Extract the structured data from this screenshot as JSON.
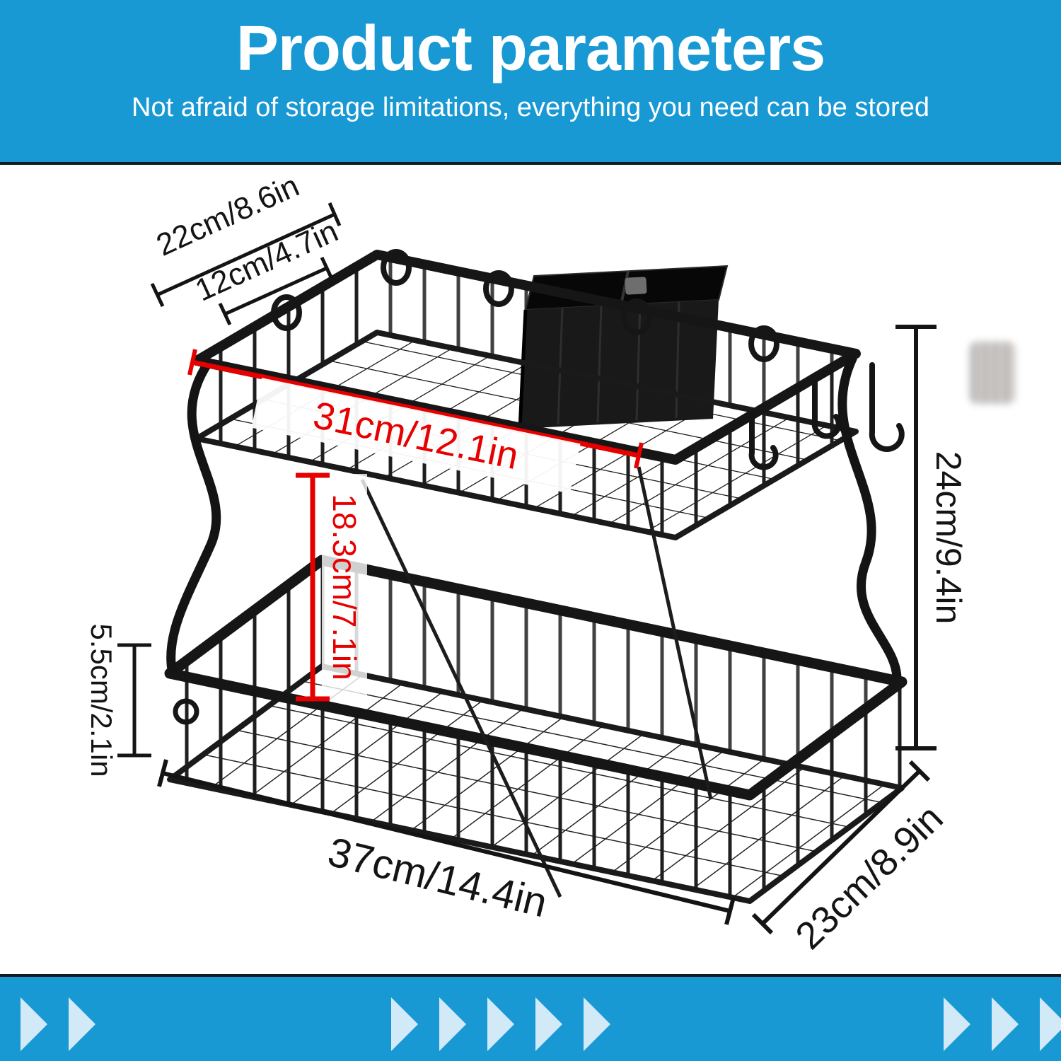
{
  "header": {
    "title": "Product parameters",
    "subtitle": "Not afraid of storage limitations, everything you need can be stored"
  },
  "figure": {
    "subject": "two-tier black metal wire basket rack with hanging utensil holder and side hooks",
    "annotations": {
      "top_basket_depth": {
        "label": "22cm/8.6in",
        "color": "black",
        "orientation": "diagonal"
      },
      "top_basket_inner_depth": {
        "label": "12cm/4.7in",
        "color": "black",
        "orientation": "diagonal"
      },
      "top_basket_width": {
        "label": "31cm/12.1in",
        "color": "red",
        "orientation": "along-front-rail"
      },
      "tier_gap_height": {
        "label": "18.3cm/7.1in",
        "color": "red",
        "orientation": "vertical"
      },
      "total_height": {
        "label": "24cm/9.4in",
        "color": "black",
        "orientation": "vertical"
      },
      "bottom_basket_height": {
        "label": "5.5cm/2.1in",
        "color": "black",
        "orientation": "vertical"
      },
      "bottom_basket_width": {
        "label": "37cm/14.4in",
        "color": "black",
        "orientation": "diagonal"
      },
      "bottom_basket_depth": {
        "label": "23cm/8.9in",
        "color": "black",
        "orientation": "diagonal"
      }
    }
  },
  "footer": {
    "arrow_icon": "right-arrow-triangle",
    "arrow_groups": [
      2,
      5,
      3
    ]
  },
  "colors": {
    "banner_blue": "#1899d4",
    "divider_navy": "#0d1b26",
    "accent_red": "#e60000",
    "dimension_black": "#141414",
    "arrow_light_blue": "#d2eaf7",
    "product_black": "#161616"
  }
}
